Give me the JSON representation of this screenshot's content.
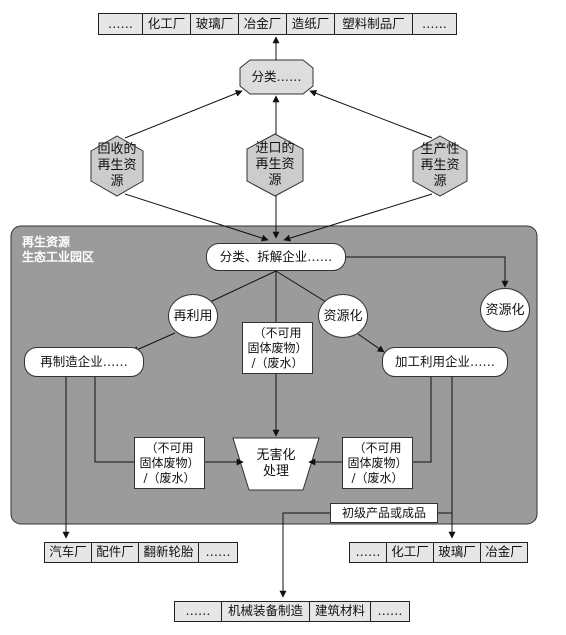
{
  "top_row": [
    "……",
    "化工厂",
    "玻璃厂",
    "冶金厂",
    "造纸厂",
    "塑料制品厂",
    "……"
  ],
  "sort_node": "分类……",
  "sources": [
    {
      "line1": "回收的",
      "line2": "再生资",
      "line3": "源"
    },
    {
      "line1": "进口的",
      "line2": "再生资",
      "line3": "源"
    },
    {
      "line1": "生产性",
      "line2": "再生资",
      "line3": "源"
    }
  ],
  "park": {
    "title_line1": "再生资源",
    "title_line2": "生态工业园区"
  },
  "dismantle": "分类、拆解企业……",
  "recycle_use": "再利用",
  "resource_left": "资源化",
  "resource_right": "资源化",
  "remanufacture": "再制造企业……",
  "processing": "加工利用企业……",
  "waste_label": {
    "line1": "（不可用",
    "line2": "固体废物）",
    "line3": "/（废水）"
  },
  "harmless": {
    "line1": "无害化",
    "line2": "处理"
  },
  "primary_products": "初级产品或成品",
  "bottom_left_row": [
    "汽车厂",
    "配件厂",
    "翻新轮胎",
    "……"
  ],
  "bottom_right_row": [
    "……",
    "化工厂",
    "玻璃厂",
    "冶金厂"
  ],
  "bottom_center_row": [
    "……",
    "机械装备制造",
    "建筑材料",
    "……"
  ]
}
